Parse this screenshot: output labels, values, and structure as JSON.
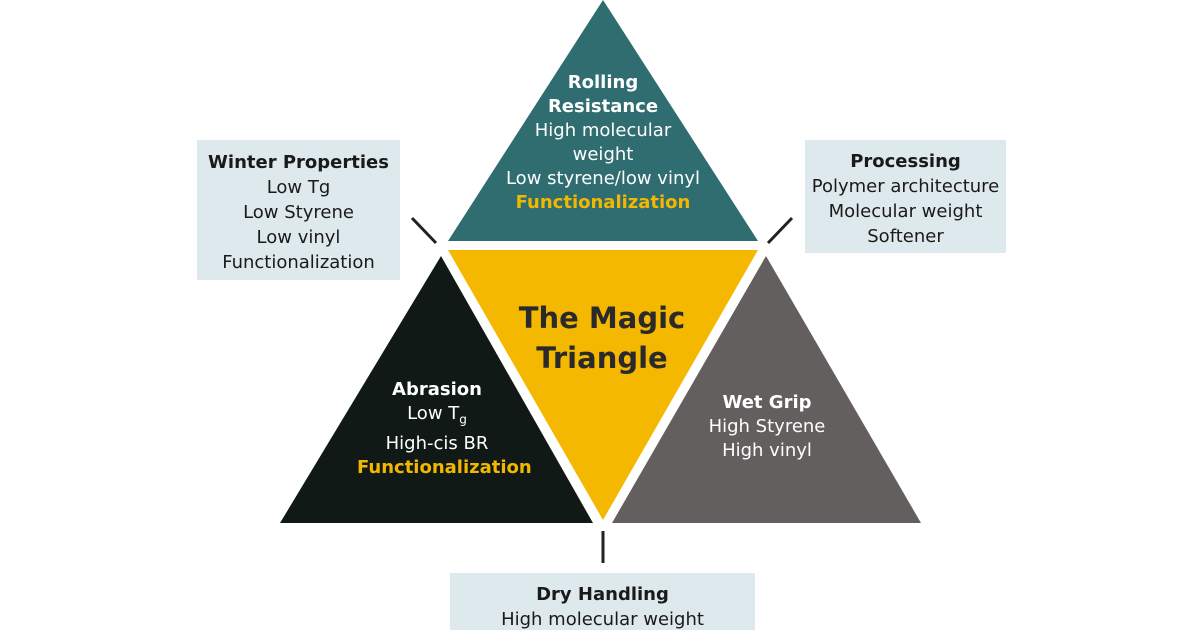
{
  "center": {
    "line1": "The Magic",
    "line2": "Triangle"
  },
  "rolling_resistance": {
    "title1": "Rolling",
    "title2": "Resistance",
    "items": [
      "High molecular",
      "weight",
      "Low styrene/low vinyl"
    ],
    "highlight": "Functionalization"
  },
  "abrasion": {
    "title": "Abrasion",
    "items": [
      "Low T",
      "High-cis BR"
    ],
    "subscript": "g",
    "highlight": "Functionalization"
  },
  "wet_grip": {
    "title": "Wet Grip",
    "items": [
      "High Styrene",
      "High vinyl"
    ]
  },
  "winter_properties": {
    "title": "Winter Properties",
    "items": [
      "Low Tg",
      "Low Styrene",
      "Low vinyl",
      "Functionalization"
    ]
  },
  "processing": {
    "title": "Processing",
    "items": [
      "Polymer architecture",
      "Molecular weight",
      "Softener"
    ]
  },
  "dry_handling": {
    "title": "Dry Handling",
    "items": [
      "High molecular weight"
    ]
  },
  "colors": {
    "teal": "#2f6d71",
    "black": "#101916",
    "gray": "#645f5f",
    "yellow": "#f5b800",
    "box_bg": "#dde9ec",
    "highlight_text": "#f2b800"
  }
}
